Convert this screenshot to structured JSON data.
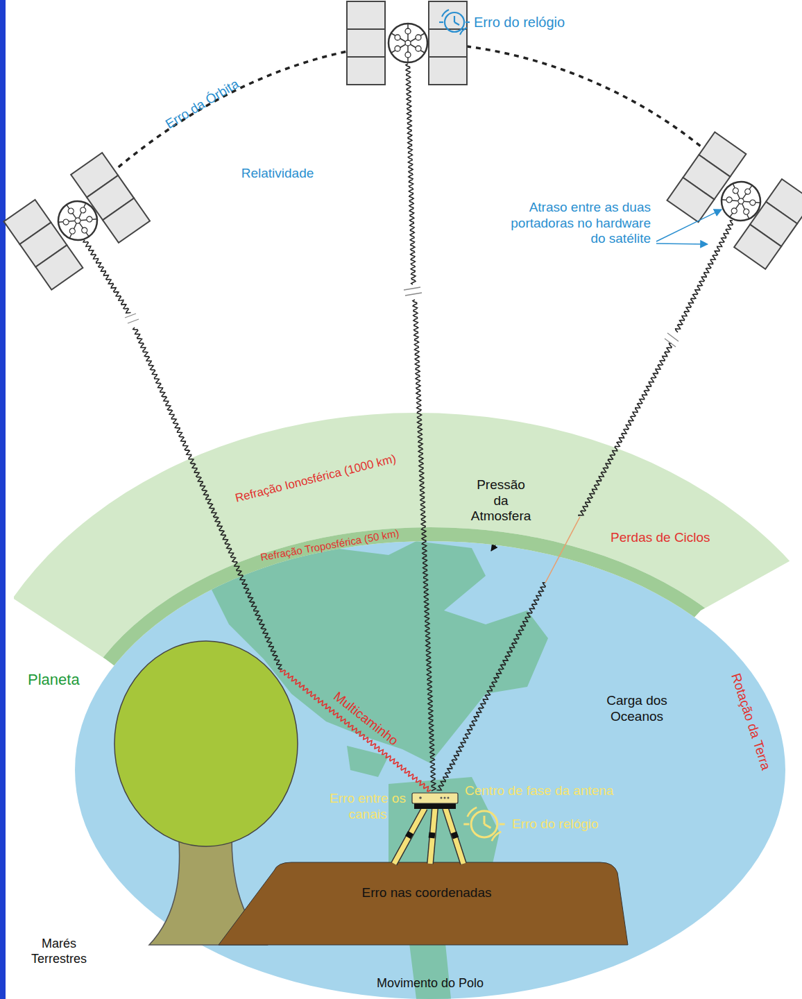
{
  "diagram": {
    "nodes": [
      {
        "text": [
          "Refração Ionosférica (1000 km)"
        ]
      },
      {
        "text": [
          "Refração Troposférica (50 km)"
        ],
        "in": 0
      }
    ],
    "labels": [
      "Erro do relógio",
      "Erro da Órbita",
      "Relatividade",
      "Atraso entre as duas portadoras no hardware do satélite",
      "Pressão da Atmosfera",
      "Perdas de Ciclos",
      "Planeta",
      "Multicaminho",
      "Carga dos Oceanos",
      "Rotação da Terra",
      "Erro entre os canais",
      "Centro de fase da antena",
      "Erro do relógio",
      "Erro nas coordenadas",
      "Marés Terrestres",
      "Movimento do Polo"
    ]
  }
}
